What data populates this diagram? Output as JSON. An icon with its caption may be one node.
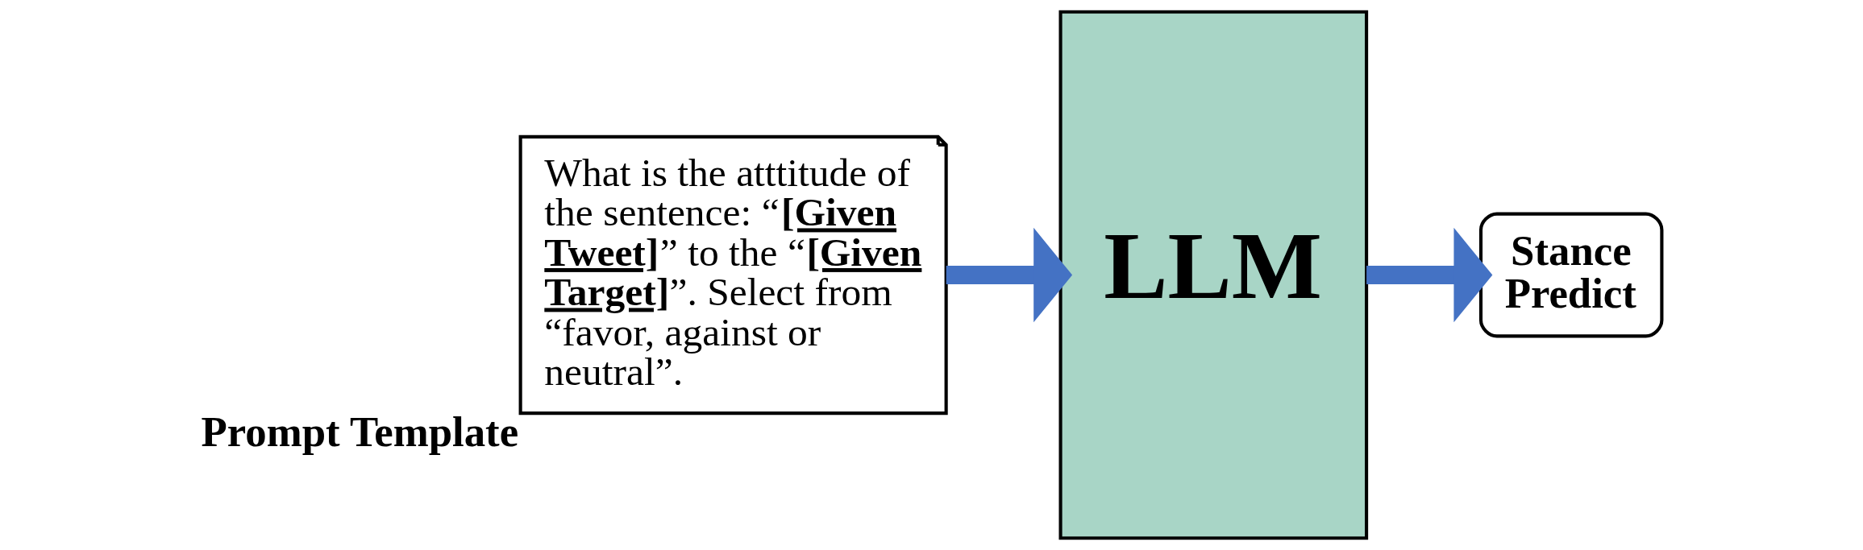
{
  "diagram": {
    "nodes": [
      {
        "text": [
          "What is the atttitude of the sentence: “**[Given Tweet]**” to the “**[Given Target]**”. Select from “favor, against or neutral”."
        ],
        "beside": [
          "Prompt Template"
        ]
      },
      {
        "text": [
          "LLM"
        ]
      },
      {
        "text": [
          "Stance Predict"
        ]
      }
    ],
    "edges": [
      {
        "from": 0,
        "to": 1,
        "arrow": "to"
      },
      {
        "from": 1,
        "to": 2,
        "arrow": "to"
      }
    ]
  }
}
